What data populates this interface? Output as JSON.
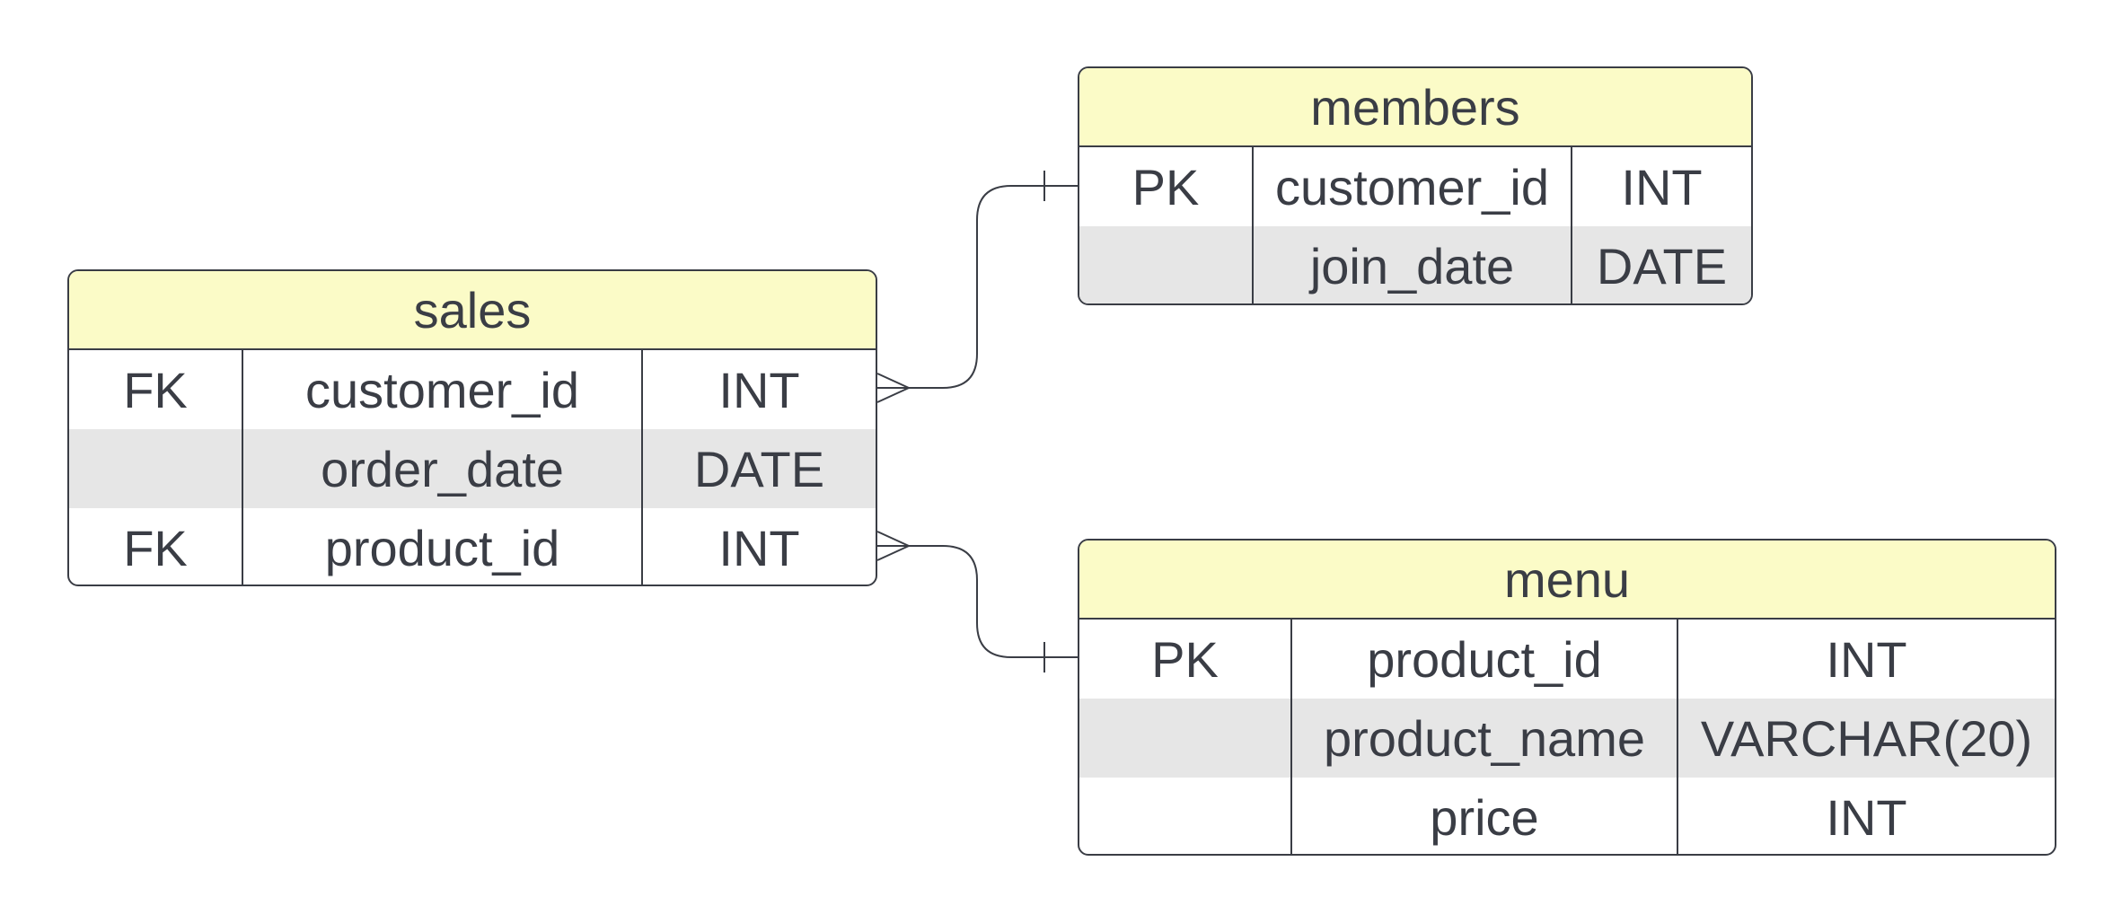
{
  "diagram": {
    "entities": [
      {
        "id": "sales",
        "title": "sales",
        "header_color": "#fbfbc7",
        "rows": [
          {
            "key": "FK",
            "name": "customer_id",
            "type": "INT"
          },
          {
            "key": "",
            "name": "order_date",
            "type": "DATE"
          },
          {
            "key": "FK",
            "name": "product_id",
            "type": "INT"
          }
        ]
      },
      {
        "id": "members",
        "title": "members",
        "header_color": "#fbfbc7",
        "rows": [
          {
            "key": "PK",
            "name": "customer_id",
            "type": "INT"
          },
          {
            "key": "",
            "name": "join_date",
            "type": "DATE"
          }
        ]
      },
      {
        "id": "menu",
        "title": "menu",
        "header_color": "#fbfbc7",
        "rows": [
          {
            "key": "PK",
            "name": "product_id",
            "type": "INT"
          },
          {
            "key": "",
            "name": "product_name",
            "type": "VARCHAR(20)"
          },
          {
            "key": "",
            "name": "price",
            "type": "INT"
          }
        ]
      }
    ],
    "relationships": [
      {
        "from": "sales.customer_id",
        "from_cardinality": "many",
        "to": "members.customer_id",
        "to_cardinality": "one"
      },
      {
        "from": "sales.product_id",
        "from_cardinality": "many",
        "to": "menu.product_id",
        "to_cardinality": "one"
      }
    ],
    "colors": {
      "header": "#fbfbc7",
      "shaded_row": "#e6e6e6",
      "line": "#3a3d45",
      "text": "#3a3d45"
    }
  }
}
